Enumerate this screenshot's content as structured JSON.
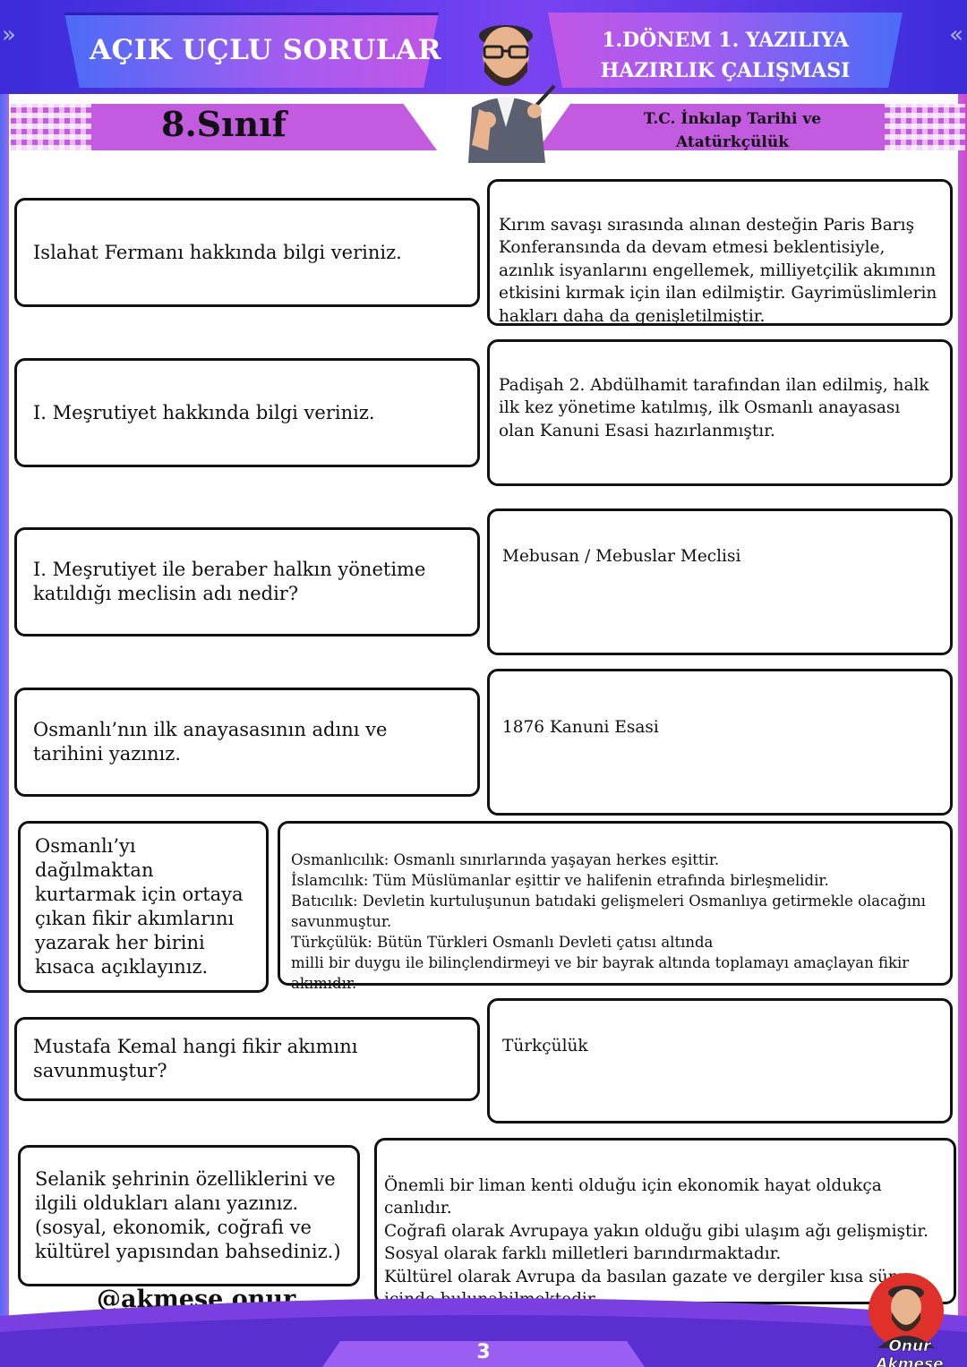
{
  "header": {
    "title": "AÇIK UÇLU SORULAR",
    "subtitle_line1": "1.DÖNEM 1. YAZILIYA",
    "subtitle_line2": "HAZIRLIK ÇALIŞMASI",
    "grade": "8.Sınıf",
    "subject": "T.C. İnkılap Tarihi ve Atatürkçülük"
  },
  "qa": [
    {
      "question": "Islahat Fermanı hakkında bilgi veriniz.",
      "answer": "Kırım savaşı sırasında alınan desteğin Paris Barış Konferansında da devam etmesi beklentisiyle, azınlık isyanlarını engellemek, milliyetçilik akımının etkisini kırmak için ilan edilmiştir. Gayrimüslimlerin hakları daha da genişletilmiştir."
    },
    {
      "question": "I. Meşrutiyet hakkında bilgi veriniz.",
      "answer": "Padişah 2. Abdülhamit tarafından ilan edilmiş, halk ilk kez yönetime katılmış, ilk Osmanlı anayasası olan Kanuni Esasi hazırlanmıştır."
    },
    {
      "question": "I. Meşrutiyet ile beraber halkın yönetime katıldığı meclisin adı nedir?",
      "answer": "Mebusan / Mebuslar Meclisi"
    },
    {
      "question": "Osmanlı’nın ilk anayasasının adını ve tarihini yazınız.",
      "answer": "1876 Kanuni Esasi"
    },
    {
      "question": "Osmanlı’yı dağılmaktan kurtarmak için ortaya çıkan fikir akımlarını yazarak her birini kısaca açıklayınız.",
      "answer": "Osmanlıcılık: Osmanlı sınırlarında yaşayan herkes eşittir.\nİslamcılık: Tüm Müslümanlar eşittir ve halifenin etrafında birleşmelidir.\nBatıcılık: Devletin kurtuluşunun batıdaki gelişmeleri Osmanlıya getirmekle olacağını savunmuştur.\nTürkçülük: Bütün Türkleri Osmanlı Devleti çatısı altında\nmilli bir duygu ile bilinçlendirmeyi ve bir bayrak altında toplamayı amaçlayan fikir akımıdır."
    },
    {
      "question": "Mustafa Kemal hangi fikir akımını savunmuştur?",
      "answer": "Türkçülük"
    },
    {
      "question": "Selanik şehrinin özelliklerini ve ilgili oldukları alanı yazınız. (sosyal, ekonomik, coğrafi ve kültürel yapısından bahsediniz.)",
      "answer": "Önemli bir liman kenti olduğu için ekonomik hayat oldukça canlıdır.\nCoğrafi olarak Avrupaya yakın olduğu gibi ulaşım ağı gelişmiştir.\nSosyal olarak farklı milletleri barındırmaktadır.\nKültürel olarak Avrupa da basılan gazate ve dergiler kısa süre içinde bulunabilmektedir."
    }
  ],
  "footer": {
    "handle": "@akmese.onur",
    "page_number": "3",
    "logo_text": "Onur Akmeşe"
  },
  "colors": {
    "header_blue": "#3b2bd9",
    "accent_purple": "#c25be0",
    "footer_purple": "#7a3fe0"
  }
}
